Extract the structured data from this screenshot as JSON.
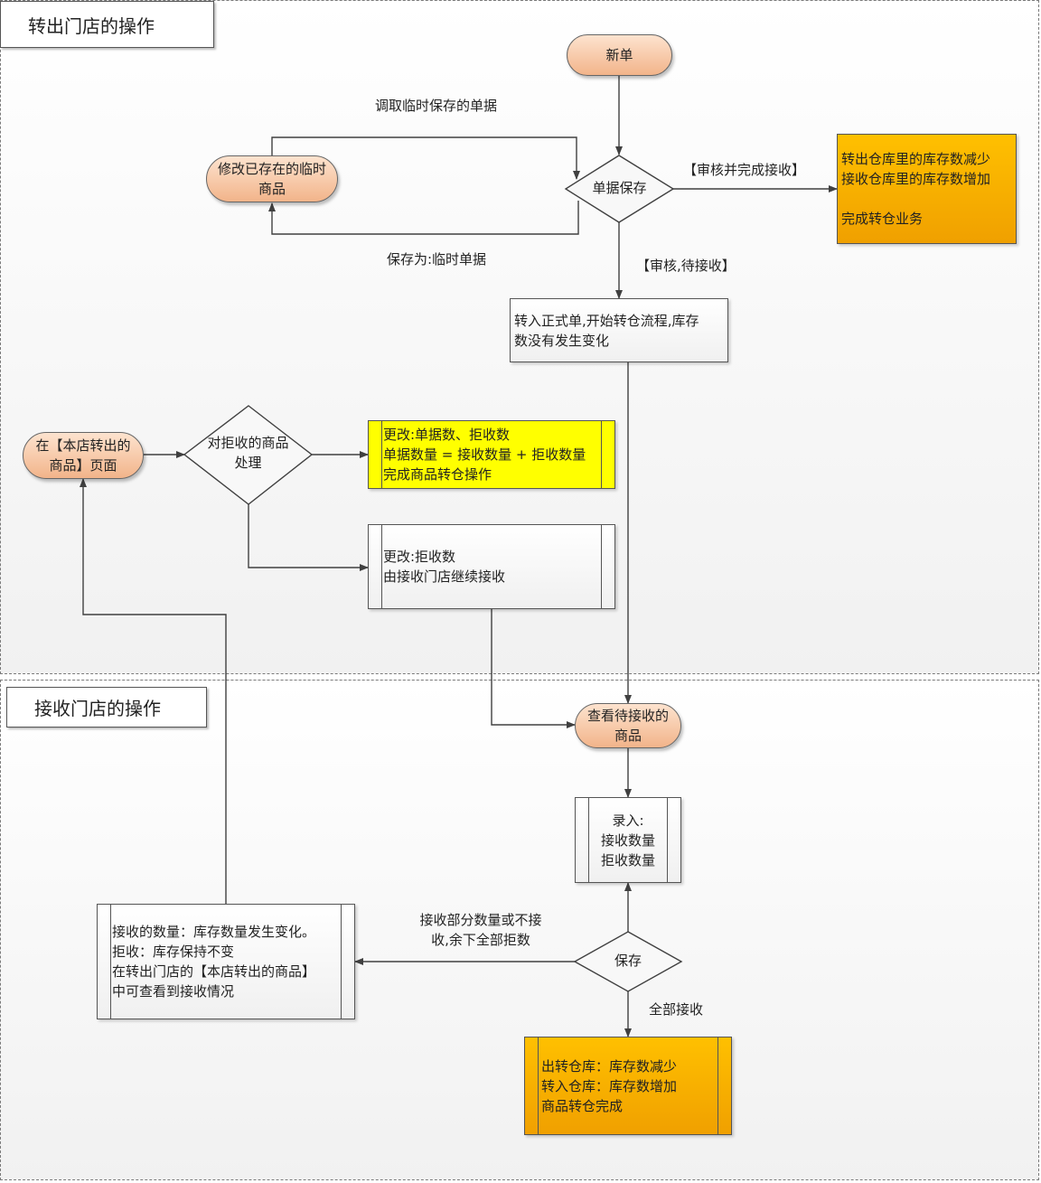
{
  "lanes": {
    "top_title": "转出门店的操作",
    "bottom_title": "接收门店的操作"
  },
  "nodes": {
    "new_order": "新单",
    "modify_temp": "修改已存在的临时\n商品",
    "save_diamond": "单据保存",
    "complete_box": "转出仓库里的库存数减少\n接收仓库里的库存数增加\n\n完成转仓业务",
    "formal_box": "转入正式单,开始转仓流程,库存\n数没有发生变化",
    "store_page": "在【本店转出的\n商品】页面",
    "reject_diamond": "对拒收的商品\n处理",
    "change_qty_box": "更改:单据数、拒收数\n单据数量 = 接收数量 + 拒收数量\n完成商品转仓操作",
    "change_reject_box": "更改:拒收数\n由接收门店继续接收",
    "view_pending": "查看待接收的\n商品",
    "input_box": "录入:\n接收数量\n拒收数量",
    "save2_diamond": "保存",
    "partial_result_box": "接收的数量：库存数量发生变化。\n拒收：库存保持不变\n在转出门店的【本店转出的商品】\n中可查看到接收情况",
    "full_result_box": "出转仓库：库存数减少\n转入仓库：库存数增加\n商品转仓完成"
  },
  "edge_labels": {
    "fetch_temp": "调取临时保存的单据",
    "save_as_temp": "保存为:临时单据",
    "approve_complete": "【审核并完成接收】",
    "approve_pending": "【审核,待接收】",
    "partial_receive": "接收部分数量或不接\n收,余下全部拒数",
    "all_receive": "全部接收"
  },
  "colors": {
    "rounded_fill": "#f2b48a",
    "orange_fill": "#ffc000",
    "yellow_fill": "#ffff00",
    "line": "#404040"
  }
}
